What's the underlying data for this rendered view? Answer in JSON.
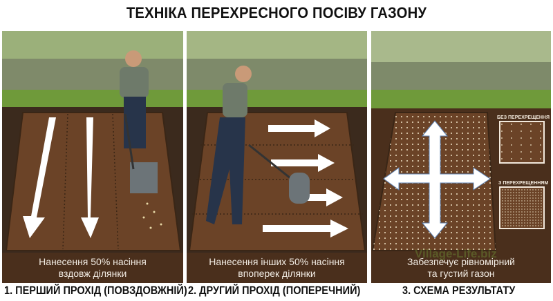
{
  "title": "ТЕХНІКА ПЕРЕХРЕСНОГО ПОСІВУ ГАЗОНУ",
  "panels": [
    {
      "caption_line1": "Нанесення 50% насіння",
      "caption_line2": "вздовж ділянки",
      "label": "1. ПЕРШИЙ ПРОХІД (ПОВЗДОВЖНІЙ)",
      "arrow_direction": "down"
    },
    {
      "caption_line1": "Нанесення інших 50% насіння",
      "caption_line2": "впоперек ділянки",
      "label": "2. ДРУГИЙ ПРОХІД (ПОПЕРЕЧНИЙ)",
      "arrow_direction": "right"
    },
    {
      "caption_line1": "Забезпечує рівномірний",
      "caption_line2": "та густий газон",
      "label": "3. СХЕМА РЕЗУЛЬТАТУ",
      "arrow_direction": "four-way",
      "inset_without": "БЕЗ ПЕРЕХРЕЩЕННЯ",
      "inset_with": "З ПЕРЕХРЕЩЕННЯМ"
    }
  ],
  "watermark": "Village-Life.biz",
  "colors": {
    "soil": "#6b4327",
    "caption_bg": "#4a2f1c",
    "arrow": "#ffffff",
    "grass": "#6f9a3a"
  }
}
